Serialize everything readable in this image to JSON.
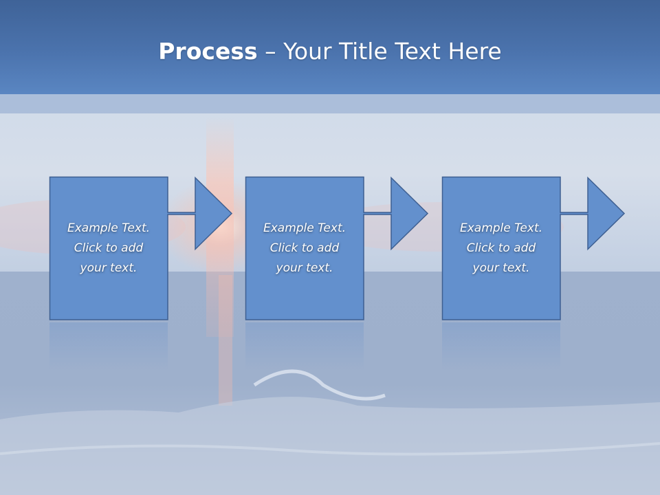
{
  "slide": {
    "title_bold": "Process",
    "title_rest": " – Your Title Text Here"
  },
  "colors": {
    "shape_fill": "#6390cd",
    "shape_stroke": "#3e5f91",
    "title_bar": "#4b73ad"
  },
  "process": {
    "steps": [
      {
        "text": "Example Text.\nClick  to add\nyour text."
      },
      {
        "text": "Example Text.\nClick  to add\nyour text."
      },
      {
        "text": "Example Text.\nClick  to add\nyour text."
      }
    ]
  }
}
